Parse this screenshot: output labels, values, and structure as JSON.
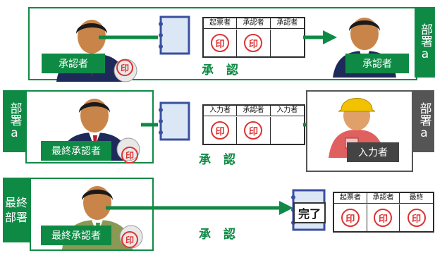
{
  "rows": [
    {
      "id": "row1",
      "approver_label": "承認者",
      "stamp_headers": [
        "起票者",
        "承認者",
        "承認者"
      ],
      "stamp_marks": [
        "印",
        "印",
        ""
      ],
      "action_text": "承 認",
      "target_label": "承認者",
      "dept_tag": "部署a",
      "hand_stamp": "印"
    },
    {
      "id": "row2",
      "left_dept_tag": "部署a",
      "approver_label": "最終承認者",
      "stamp_headers": [
        "入力者",
        "承認者",
        "入力者"
      ],
      "stamp_marks": [
        "印",
        "印",
        ""
      ],
      "action_text": "承 認",
      "target_label": "入力者",
      "dept_tag": "部署a",
      "hand_stamp": "印"
    },
    {
      "id": "row3",
      "left_dept_tag": "最終部署",
      "approver_label": "最終承認者",
      "stamp_headers": [
        "起票者",
        "承認者",
        "最終"
      ],
      "stamp_marks": [
        "印",
        "印",
        "印"
      ],
      "action_text": "承 認",
      "done_label": "完了",
      "hand_stamp": "印"
    }
  ],
  "colors": {
    "green": "#0f8a45",
    "gray": "#555555",
    "seal_red": "#dd3333"
  }
}
